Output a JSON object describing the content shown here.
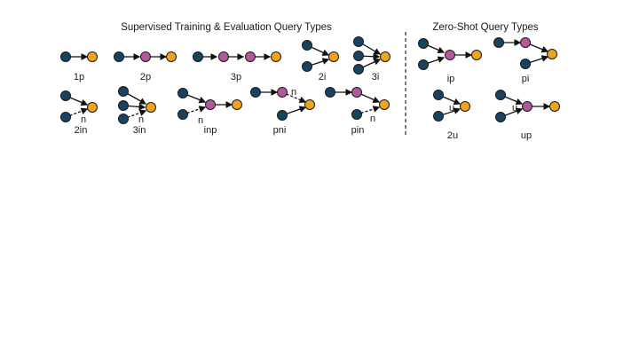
{
  "headers": {
    "supervised": "Supervised Training & Evaluation Query Types",
    "zero_shot": "Zero-Shot Query Types"
  },
  "node_types": {
    "anchor": "#17435e",
    "variable": "#b5589a",
    "target": "#f0a31c"
  },
  "edge_labels": {
    "negation": "n",
    "union": "u"
  },
  "query_types": [
    {
      "id": "1p",
      "label": "1p",
      "group": "supervised"
    },
    {
      "id": "2p",
      "label": "2p",
      "group": "supervised"
    },
    {
      "id": "3p",
      "label": "3p",
      "group": "supervised"
    },
    {
      "id": "2i",
      "label": "2i",
      "group": "supervised"
    },
    {
      "id": "3i",
      "label": "3i",
      "group": "supervised"
    },
    {
      "id": "2in",
      "label": "2in",
      "group": "supervised"
    },
    {
      "id": "3in",
      "label": "3in",
      "group": "supervised"
    },
    {
      "id": "inp",
      "label": "inp",
      "group": "supervised"
    },
    {
      "id": "pni",
      "label": "pni",
      "group": "supervised"
    },
    {
      "id": "pin",
      "label": "pin",
      "group": "supervised"
    },
    {
      "id": "ip",
      "label": "ip",
      "group": "zero_shot"
    },
    {
      "id": "pi",
      "label": "pi",
      "group": "zero_shot"
    },
    {
      "id": "2u",
      "label": "2u",
      "group": "zero_shot"
    },
    {
      "id": "up",
      "label": "up",
      "group": "zero_shot"
    }
  ]
}
